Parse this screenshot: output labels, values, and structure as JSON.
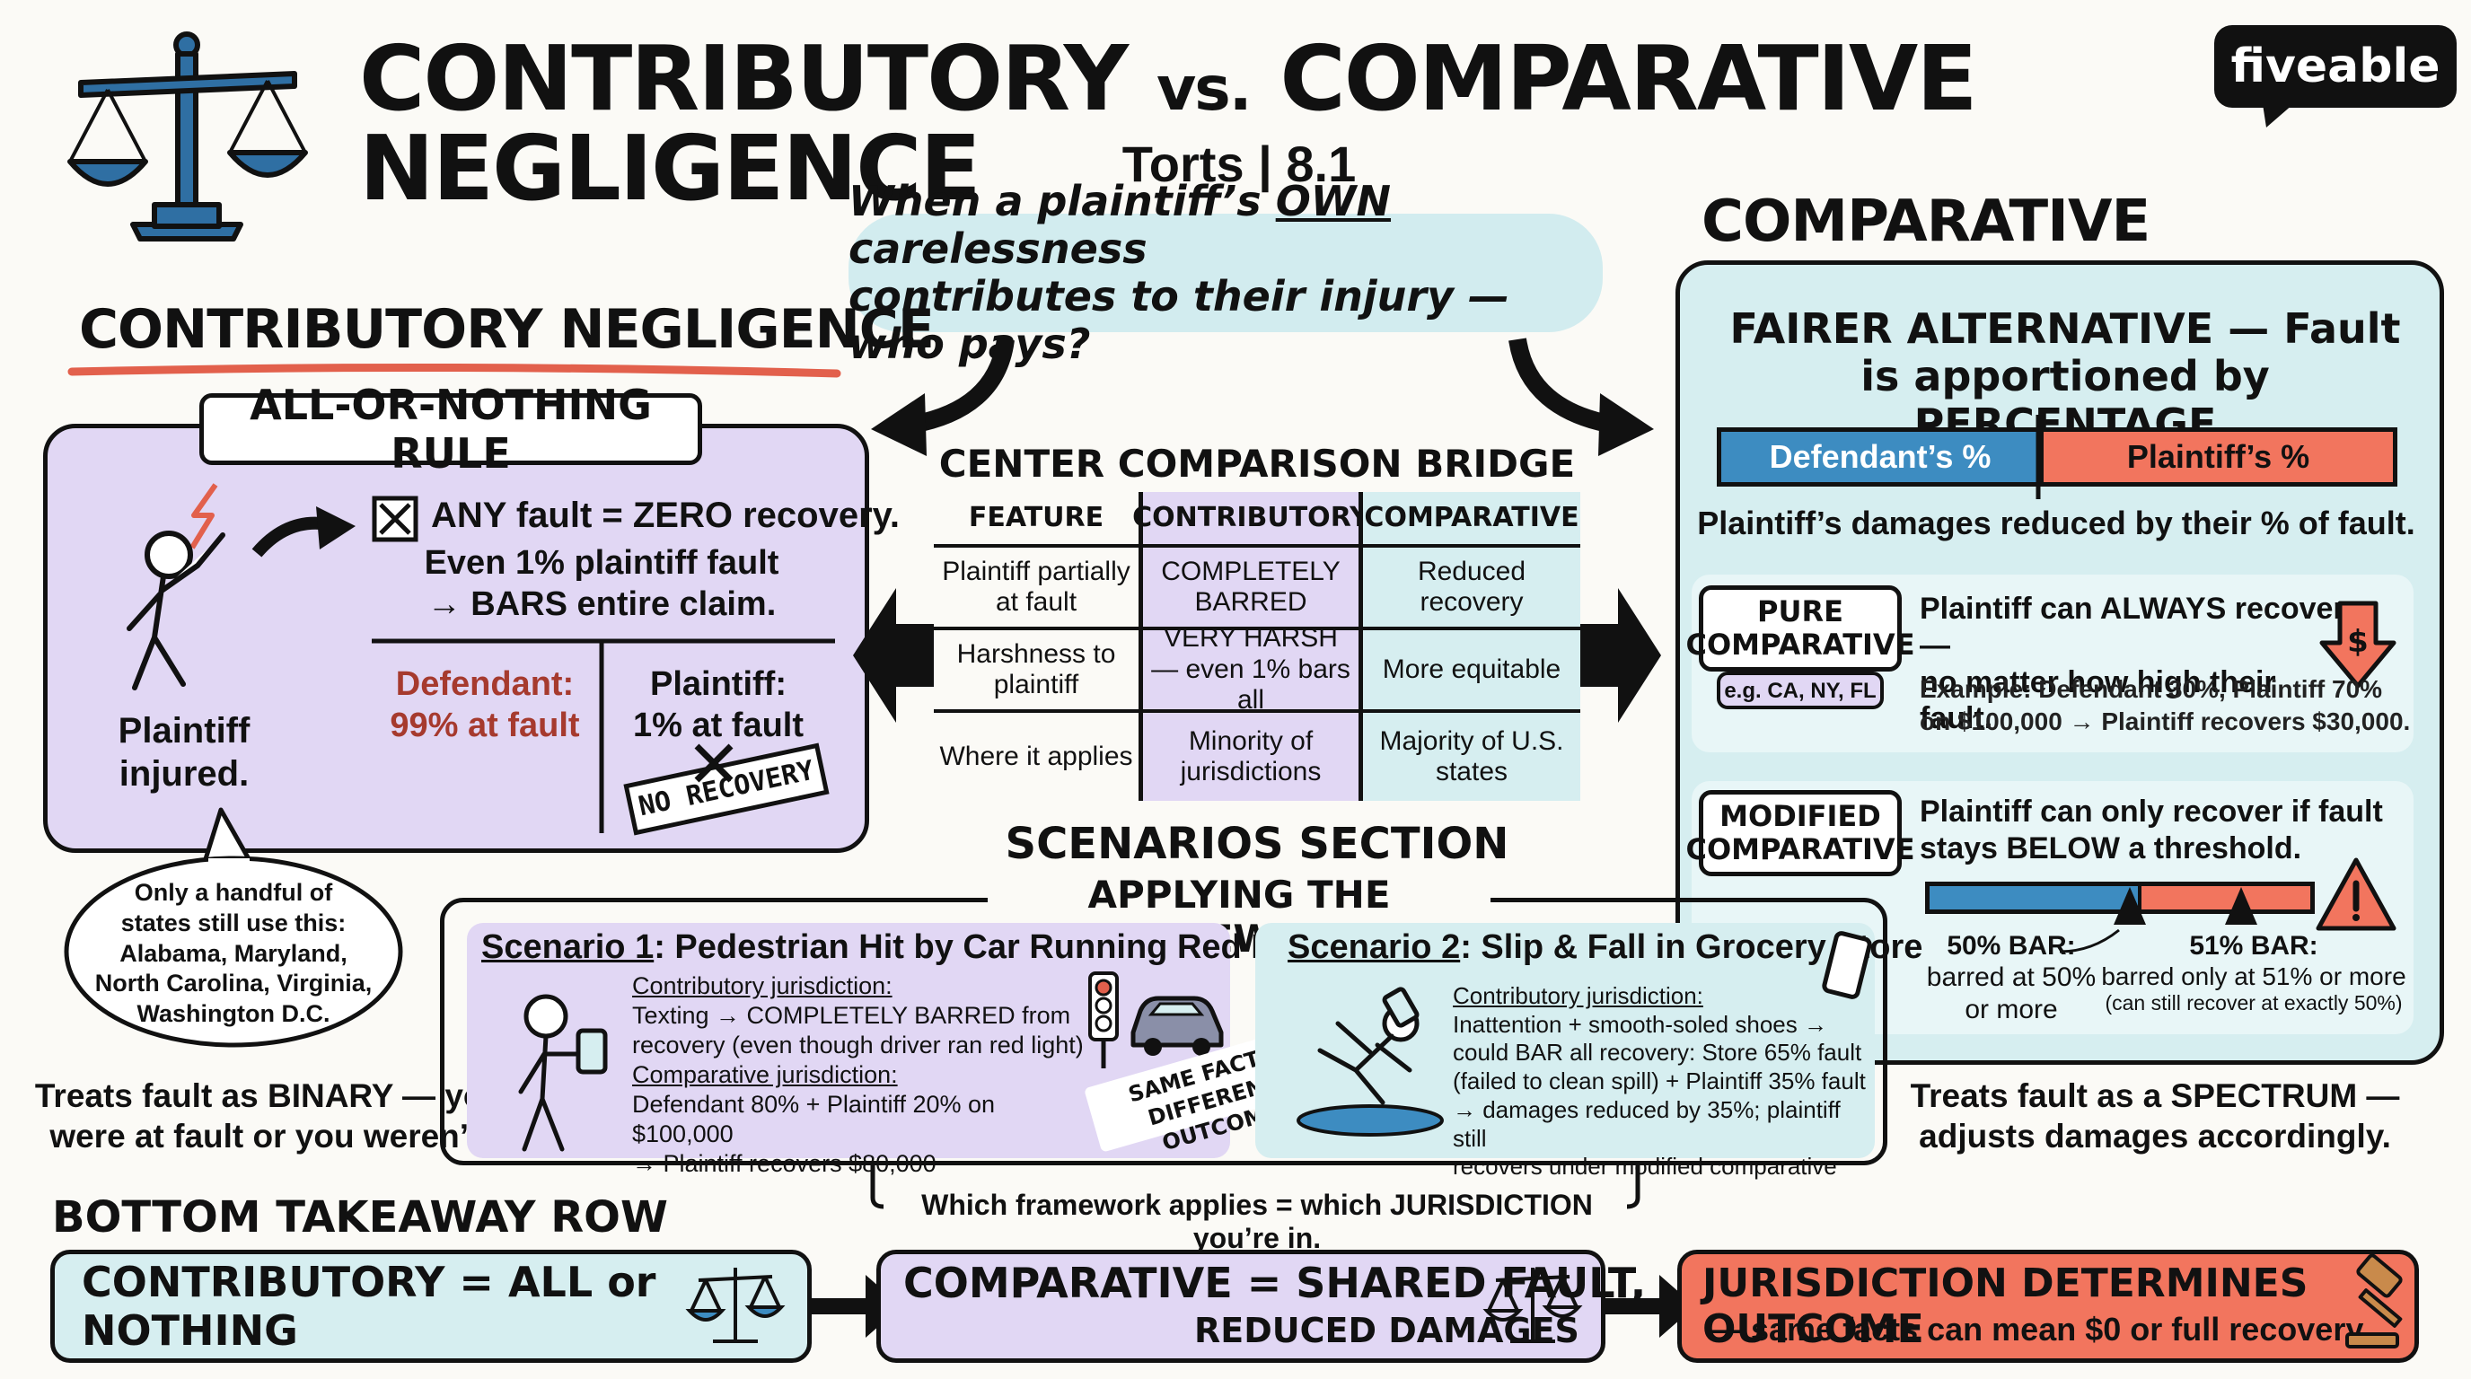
{
  "header": {
    "title_left": "CONTRIBUTORY",
    "title_vs": "vs.",
    "title_right": "COMPARATIVE NEGLIGENCE",
    "subtitle": "Torts | 8.1",
    "brand": "fiveable"
  },
  "question": {
    "line1_pre": "When a plaintiff’s ",
    "line1_em": "OWN",
    "line1_post": " carelessness",
    "line2": "contributes to their injury — who pays?"
  },
  "contributory": {
    "heading": "CONTRIBUTORY NEGLIGENCE",
    "rule_label": "ALL-OR-NOTHING RULE",
    "line1": "ANY fault = ZERO recovery.",
    "line2": "Even 1% plaintiff fault",
    "line3": "→ BARS entire claim.",
    "person_label_1": "Plaintiff",
    "person_label_2": "injured.",
    "defendant_label": "Defendant:",
    "defendant_value": "99% at fault",
    "plaintiff_label": "Plaintiff:",
    "plaintiff_value": "1% at fault",
    "stamp": "NO RECOVERY",
    "bubble": [
      "Only a handful of",
      "states still use this:",
      "Alabama, Maryland,",
      "North Carolina, Virginia,",
      "Washington D.C."
    ],
    "treats_1": "Treats fault as BINARY — you",
    "treats_2": "were at fault or you weren’t."
  },
  "bridge": {
    "title": "CENTER COMPARISON BRIDGE",
    "headers": [
      "FEATURE",
      "CONTRIBUTORY",
      "COMPARATIVE"
    ],
    "rows": [
      [
        "Plaintiff partially at fault",
        "COMPLETELY BARRED",
        "Reduced recovery"
      ],
      [
        "Harshness to plaintiff",
        "VERY HARSH — even 1% bars all",
        "More equitable"
      ],
      [
        "Where it applies",
        "Minority of jurisdictions",
        "Majority of U.S. states"
      ]
    ]
  },
  "comparative": {
    "heading": "COMPARATIVE NEGLIGENCE",
    "fairer_1": "FAIRER ALTERNATIVE — Fault",
    "fairer_2": "is apportioned by PERCENTAGE",
    "bar_def": "Defendant’s %",
    "bar_pl": "Plaintiff’s %",
    "reduced": "Plaintiff’s damages reduced by their % of fault.",
    "pure_label_1": "PURE",
    "pure_label_2": "COMPARATIVE",
    "pure_states": "e.g. CA, NY, FL",
    "pure_1": "Plaintiff can ALWAYS recover —",
    "pure_2": "no matter how high their fault.",
    "pure_ex_1": "Example: Defendant 30%, Plaintiff 70%",
    "pure_ex_2": "on $100,000 → Plaintiff recovers $30,000.",
    "mod_label_1": "MODIFIED",
    "mod_label_2": "COMPARATIVE",
    "mod_1": "Plaintiff can only recover if fault",
    "mod_2": "stays BELOW a threshold.",
    "bar50_1": "50% BAR:",
    "bar50_2": "barred at 50%",
    "bar50_3": "or more",
    "bar51_1": "51% BAR:",
    "bar51_2": "barred only at 51% or more",
    "bar51_3": "(can still recover at exactly 50%)",
    "treats_1": "Treats fault as a SPECTRUM —",
    "treats_2": "adjusts damages accordingly."
  },
  "scenarios": {
    "title": "SCENARIOS SECTION",
    "subtitle": "APPLYING THE FRAMEWORKS",
    "s1_num": "Scenario 1",
    "s1_title": ": Pedestrian Hit by Car Running Red Light",
    "s1_h1": "Contributory jurisdiction:",
    "s1_t1a": "Texting → COMPLETELY BARRED from",
    "s1_t1b": "recovery (even though driver ran red light)",
    "s1_h2": "Comparative jurisdiction:",
    "s1_t2a": "Defendant 80% + Plaintiff 20% on $100,000",
    "s1_t2b": "→ Plaintiff recovers $80,000",
    "s2_num": "Scenario 2",
    "s2_title": ": Slip & Fall in Grocery Store",
    "s2_h1": "Contributory jurisdiction:",
    "s2_t1": [
      "Inattention + smooth-soled shoes →",
      "could BAR all recovery: Store 65% fault",
      "(failed to clean spill) + Plaintiff 35% fault",
      "→ damages reduced by 35%; plaintiff still",
      "recovers under modified comparative"
    ],
    "same_1": "SAME FACTS,",
    "same_2": "DIFFERENT OUTCOME",
    "which": "Which framework applies = which JURISDICTION you’re in."
  },
  "takeaway": {
    "heading": "BOTTOM TAKEAWAY ROW",
    "box1": "CONTRIBUTORY = ALL or NOTHING",
    "box2_1": "COMPARATIVE = SHARED FAULT,",
    "box2_2": "REDUCED DAMAGES",
    "box3_1": "JURISDICTION DETERMINES OUTCOME",
    "box3_2": "— same facts can mean $0 or full recovery"
  },
  "colors": {
    "purple": "#e1d7f4",
    "teal": "#d6eef0",
    "blue": "#3d8cc1",
    "salmon": "#f2755e",
    "red_text": "#a63a2e"
  }
}
